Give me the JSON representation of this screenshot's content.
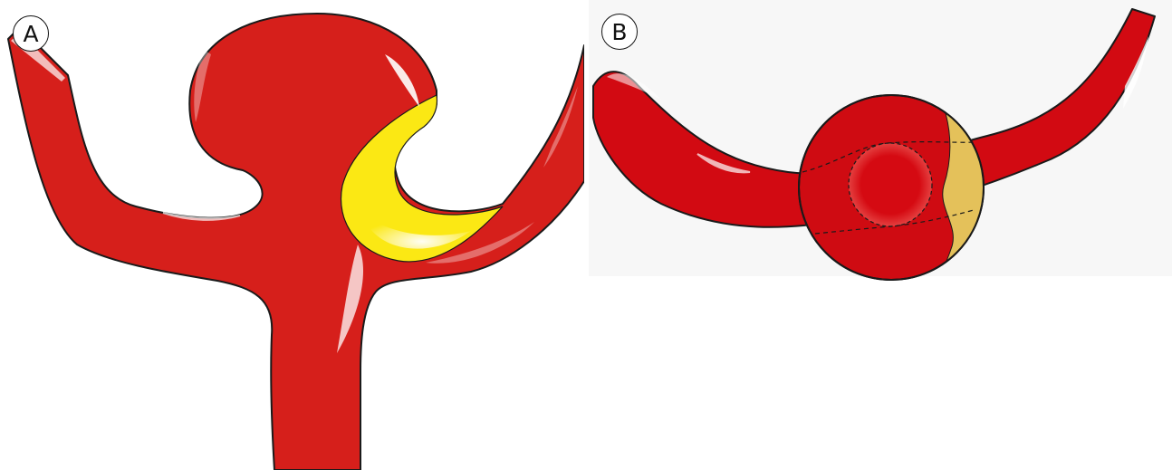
{
  "panels": [
    {
      "id": "A",
      "label": "A"
    },
    {
      "id": "B",
      "label": "B"
    }
  ],
  "colors": {
    "vessel": "#d61f1b",
    "vessel_dark": "#c40a10",
    "outline": "#1a1a1a",
    "thrombus_a": "#fbe814",
    "thrombus_b": "#e4c15a",
    "highlight": "#ffffff",
    "background_b": "#f7f7f7"
  }
}
